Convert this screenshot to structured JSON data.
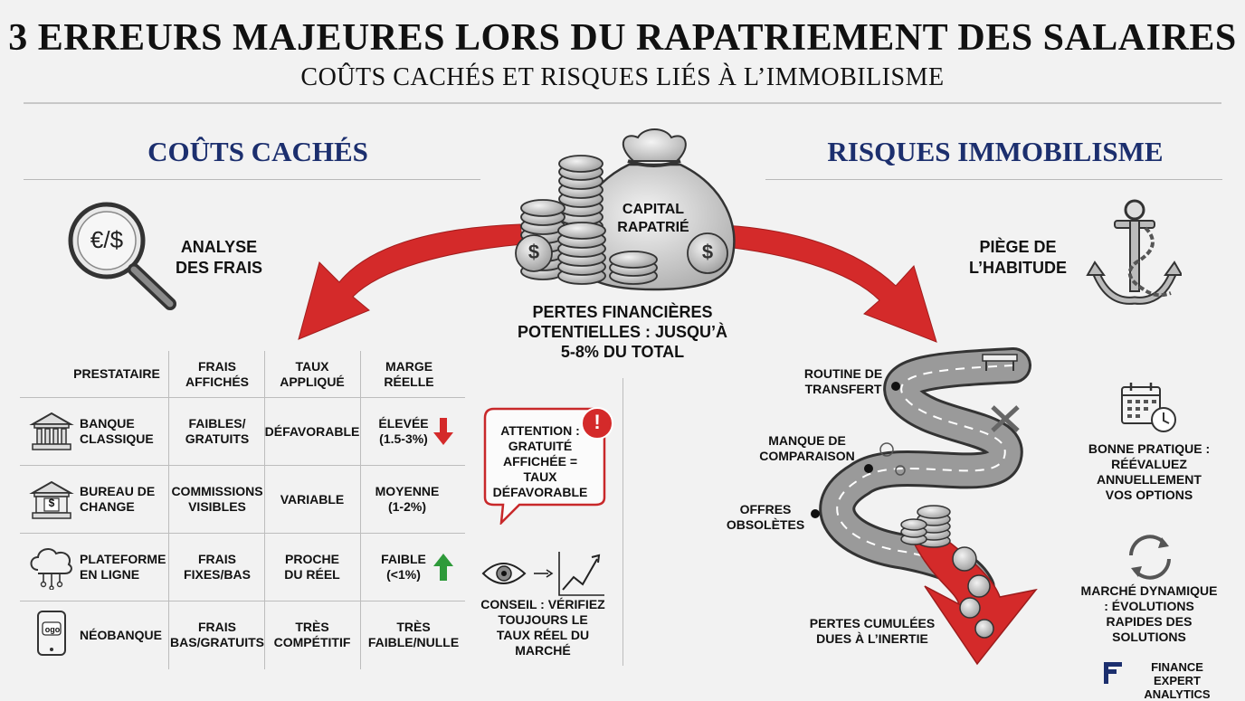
{
  "header": {
    "title": "3 ERREURS MAJEURES LORS DU RAPATRIEMENT DES SALAIRES",
    "subtitle": "COÛTS CACHÉS ET RISQUES LIÉS À L’IMMOBILISME"
  },
  "left": {
    "section_title": "COÛTS CACHÉS",
    "icon_text": "€/$",
    "analysis_label": "ANALYSE DES FRAIS",
    "table": {
      "headers": [
        "PRESTATAIRE",
        "FRAIS AFFICHÉS",
        "TAUX APPLIQUÉ",
        "MARGE RÉELLE"
      ],
      "rows": [
        {
          "provider": "BANQUE CLASSIQUE",
          "fees": "FAIBLES/ GRATUITS",
          "rate": "DÉFAVORABLE",
          "margin": "ÉLEVÉE (1.5-3%)",
          "trend": "down"
        },
        {
          "provider": "BUREAU DE CHANGE",
          "fees": "COMMISSIONS VISIBLES",
          "rate": "VARIABLE",
          "margin": "MOYENNE (1-2%)",
          "trend": "none"
        },
        {
          "provider": "PLATEFORME EN LIGNE",
          "fees": "FRAIS FIXES/BAS",
          "rate": "PROCHE DU RÉEL",
          "margin": "FAIBLE (<1%)",
          "trend": "up"
        },
        {
          "provider": "NÉOBANQUE",
          "fees": "FRAIS BAS/GRATUITS",
          "rate": "TRÈS COMPÉTITIF",
          "margin": "TRÈS FAIBLE/NULLE",
          "trend": "none"
        }
      ],
      "bank_icon_text": "$",
      "neobank_icon_text": "ogo"
    }
  },
  "center": {
    "bag_label": "CAPITAL RAPATRIÉ",
    "losses_text": "PERTES FINANCIÈRES POTENTIELLES : JUSQU’À 5-8% DU TOTAL",
    "warning_text": "ATTENTION : GRATUITÉ AFFICHÉE = TAUX DÉFAVORABLE",
    "warning_mark": "!",
    "tip_text": "CONSEIL : VÉRIFIEZ TOUJOURS LE TAUX RÉEL DU MARCHÉ",
    "coin_symbol": "$"
  },
  "right": {
    "section_title": "RISQUES IMMOBILISME",
    "habit_label": "PIÈGE DE L’HABITUDE",
    "road_labels": {
      "routine": "ROUTINE DE TRANSFERT",
      "comparison": "MANQUE DE COMPARAISON",
      "offers": "OFFRES OBSOLÈTES",
      "losses": "PERTES CUMULÉES DUES À L’INERTIE"
    },
    "good_practice": "BONNE PRATIQUE : RÉÉVALUEZ ANNUELLEMENT VOS OPTIONS",
    "dynamic_market": "MARCHÉ DYNAMIQUE : ÉVOLUTIONS RAPIDES DES SOLUTIONS"
  },
  "footer": {
    "brand": "FINANCE EXPERT ANALYTICS"
  },
  "colors": {
    "accent_red": "#d42a2a",
    "navy": "#1c2f6e",
    "green": "#2e9a3a",
    "road_gray": "#8c8c8c"
  }
}
